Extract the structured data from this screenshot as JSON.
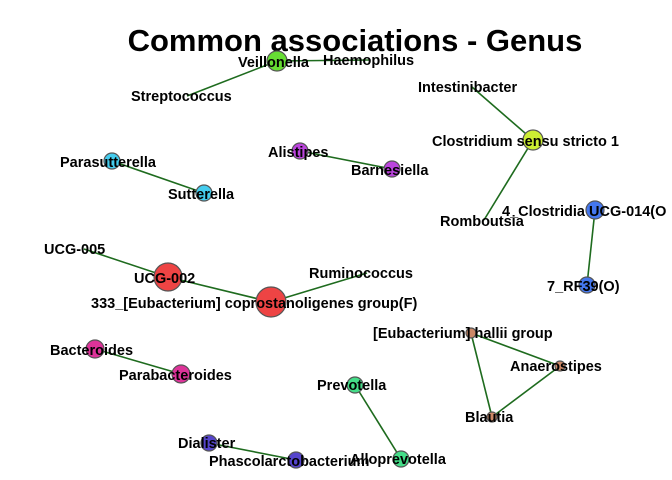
{
  "title": "Common associations - Genus",
  "nodes": [
    {
      "id": "veillonella",
      "label": "Veillonella",
      "color": "#66dd33"
    },
    {
      "id": "haemophilus",
      "label": "Haemophilus",
      "color": "#66dd33"
    },
    {
      "id": "streptococcus",
      "label": "Streptococcus",
      "color": "#66dd33"
    },
    {
      "id": "intestinibacter",
      "label": "Intestinibacter",
      "color": "#ccee33"
    },
    {
      "id": "clostridium_ss1",
      "label": "Clostridium sensu stricto 1",
      "color": "#ccee33"
    },
    {
      "id": "romboutsia",
      "label": "Romboutsia",
      "color": "#ccee33"
    },
    {
      "id": "parasutterella",
      "label": "Parasutterella",
      "color": "#44ccee"
    },
    {
      "id": "sutterella",
      "label": "Sutterella",
      "color": "#44ccee"
    },
    {
      "id": "alistipes",
      "label": "Alistipes",
      "color": "#bb44dd"
    },
    {
      "id": "barnesiella",
      "label": "Barnesiella",
      "color": "#bb44dd"
    },
    {
      "id": "clostridia_ucg014",
      "label": "4_Clostridia UCG-014(O",
      "color": "#4477ee"
    },
    {
      "id": "rf39",
      "label": "7_RF39(O)",
      "color": "#4477ee"
    },
    {
      "id": "ucg005",
      "label": "UCG-005",
      "color": "#ee4444"
    },
    {
      "id": "ucg002",
      "label": "UCG-002",
      "color": "#ee4444"
    },
    {
      "id": "eubacterium_copro",
      "label": "333_[Eubacterium] coprostanoligenes group(F)",
      "color": "#ee4444"
    },
    {
      "id": "ruminococcus",
      "label": "Ruminococcus",
      "color": "#ee4444"
    },
    {
      "id": "eubacterium_hallii",
      "label": "[Eubacterium] hallii group",
      "color": "#cc8866"
    },
    {
      "id": "anaerostipes",
      "label": "Anaerostipes",
      "color": "#cc8866"
    },
    {
      "id": "blautia",
      "label": "Blautia",
      "color": "#cc8866"
    },
    {
      "id": "bacteroides",
      "label": "Bacteroides",
      "color": "#dd3399"
    },
    {
      "id": "parabacteroides",
      "label": "Parabacteroides",
      "color": "#dd3399"
    },
    {
      "id": "prevotella",
      "label": "Prevotella",
      "color": "#44dd88"
    },
    {
      "id": "alloprevotella",
      "label": "Alloprevotella",
      "color": "#44dd88"
    },
    {
      "id": "dialister",
      "label": "Dialister",
      "color": "#5544cc"
    },
    {
      "id": "phascolarctobacterium",
      "label": "Phascolarctobacterium",
      "color": "#5544cc"
    }
  ],
  "edges": [
    [
      "veillonella",
      "haemophilus"
    ],
    [
      "veillonella",
      "streptococcus"
    ],
    [
      "intestinibacter",
      "clostridium_ss1"
    ],
    [
      "clostridium_ss1",
      "romboutsia"
    ],
    [
      "parasutterella",
      "sutterella"
    ],
    [
      "alistipes",
      "barnesiella"
    ],
    [
      "clostridia_ucg014",
      "rf39"
    ],
    [
      "ucg005",
      "ucg002"
    ],
    [
      "ucg002",
      "eubacterium_copro"
    ],
    [
      "eubacterium_copro",
      "ruminococcus"
    ],
    [
      "eubacterium_hallii",
      "anaerostipes"
    ],
    [
      "eubacterium_hallii",
      "blautia"
    ],
    [
      "anaerostipes",
      "blautia"
    ],
    [
      "bacteroides",
      "parabacteroides"
    ],
    [
      "prevotella",
      "alloprevotella"
    ],
    [
      "dialister",
      "phascolarctobacterium"
    ]
  ]
}
